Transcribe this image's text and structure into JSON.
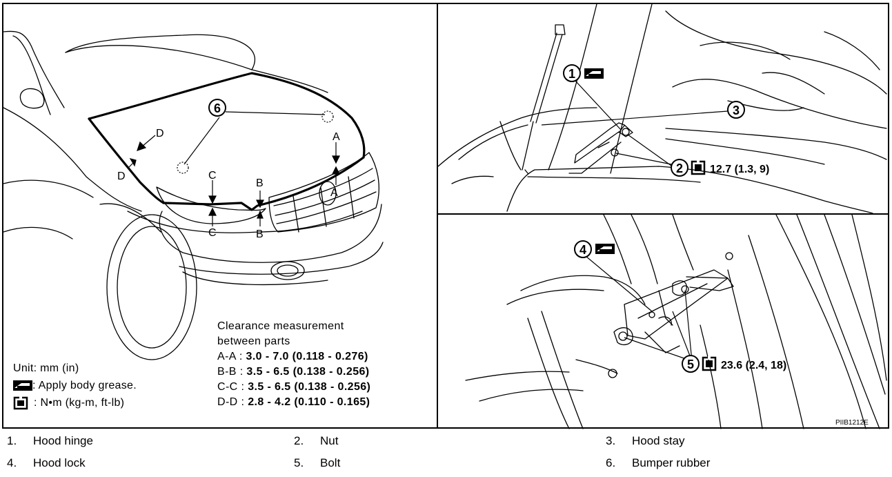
{
  "left_panel": {
    "callout_6": "6",
    "labels": {
      "a_top": "A",
      "a_bot": "A",
      "b_top": "B",
      "b_bot": "B",
      "c_top": "C",
      "c_bot": "C",
      "d_top": "D",
      "d_bot": "D"
    },
    "legend": {
      "unit": "Unit: mm (in)",
      "grease": ": Apply body grease.",
      "torque": ": N•m (kg-m, ft-lb)"
    },
    "clearance": {
      "heading1": "Clearance measurement",
      "heading2": "between parts",
      "rows": [
        {
          "key": "A-A : ",
          "value": "3.0 - 7.0 (0.118 - 0.276)"
        },
        {
          "key": "B-B : ",
          "value": "3.5 - 6.5 (0.138 - 0.256)"
        },
        {
          "key": "C-C : ",
          "value": "3.5 - 6.5 (0.138 - 0.256)"
        },
        {
          "key": "D-D : ",
          "value": "2.8 - 4.2 (0.110 - 0.165)"
        }
      ]
    }
  },
  "top_right": {
    "callout_1": "1",
    "callout_2": "2",
    "callout_3": "3",
    "torque": "12.7 (1.3, 9)"
  },
  "bottom_right": {
    "callout_4": "4",
    "callout_5": "5",
    "torque": "23.6 (2.4, 18)",
    "code": "PIIB1212E"
  },
  "parts": [
    {
      "num": "1.",
      "label": "Hood hinge"
    },
    {
      "num": "2.",
      "label": "Nut"
    },
    {
      "num": "3.",
      "label": "Hood stay"
    },
    {
      "num": "4.",
      "label": "Hood lock"
    },
    {
      "num": "5.",
      "label": "Bolt"
    },
    {
      "num": "6.",
      "label": "Bumper rubber"
    }
  ]
}
